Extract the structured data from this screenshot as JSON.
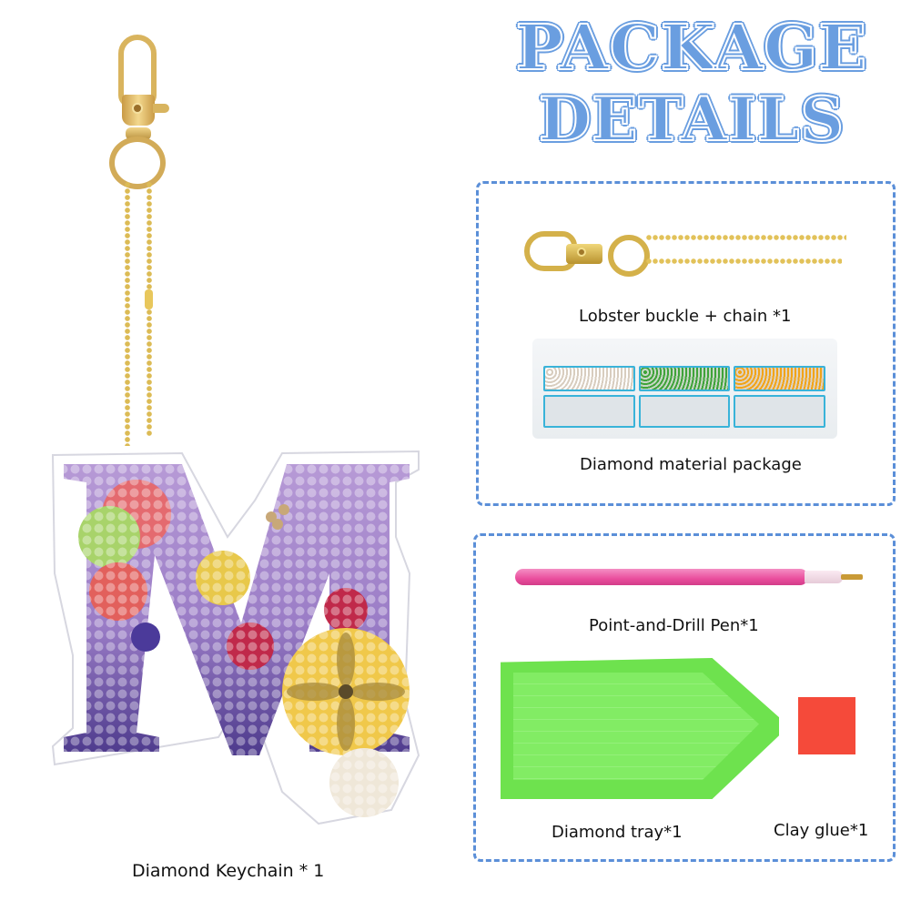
{
  "title": {
    "line1": "PACKAGE",
    "line2": "DETAILS",
    "color": "#6a9ee0"
  },
  "keychain": {
    "letter": "M",
    "label": "Diamond Keychain * 1"
  },
  "box1": {
    "border_color": "#5b8fd8",
    "items": [
      {
        "label": "Lobster buckle + chain *1"
      },
      {
        "label": "Diamond material package"
      }
    ]
  },
  "box2": {
    "border_color": "#5b8fd8",
    "items": [
      {
        "label": "Point-and-Drill Pen*1",
        "color": "#ea4e9d"
      },
      {
        "label": "Diamond tray*1",
        "color": "#6ee24e"
      },
      {
        "label": "Clay glue*1",
        "color": "#f54a3a"
      }
    ]
  }
}
